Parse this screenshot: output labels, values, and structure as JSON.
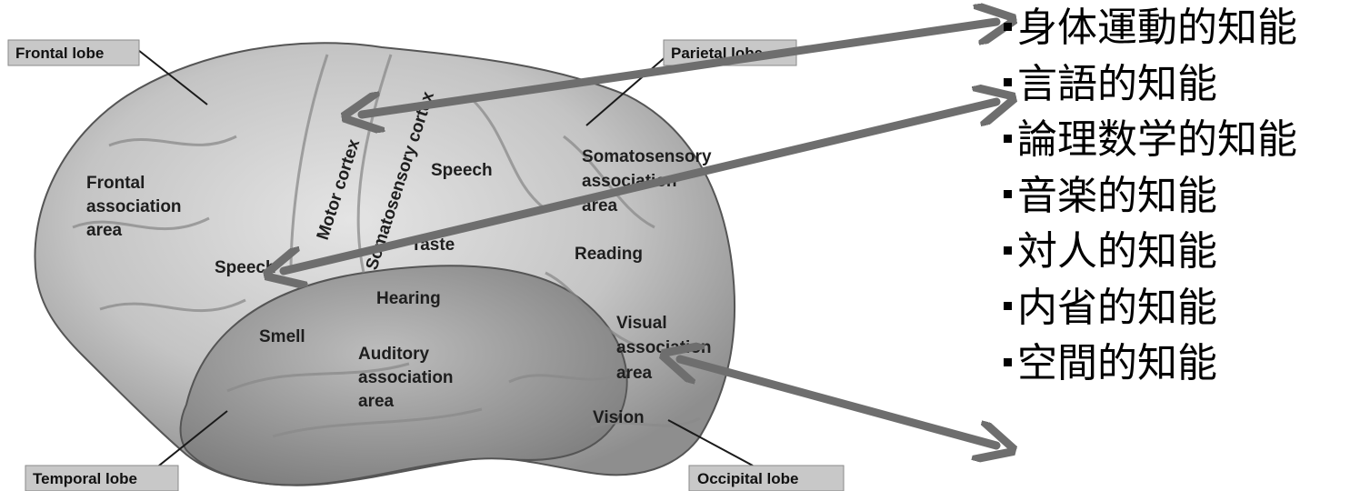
{
  "brain": {
    "lobes": {
      "frontal": "Frontal lobe",
      "parietal": "Parietal lobe",
      "temporal": "Temporal lobe",
      "occipital": "Occipital lobe"
    },
    "regions": {
      "motor_cortex": "Motor cortex",
      "somatosensory_cortex": "Somatosensory cortex",
      "frontal_association": [
        "Frontal",
        "association",
        "area"
      ],
      "somatosensory_association": [
        "Somatosensory",
        "association",
        "area"
      ],
      "speech_upper": "Speech",
      "taste": "Taste",
      "speech_lower": "Speech",
      "reading": "Reading",
      "hearing": "Hearing",
      "smell": "Smell",
      "auditory_association": [
        "Auditory",
        "association",
        "area"
      ],
      "visual_association": [
        "Visual",
        "association",
        "area"
      ],
      "vision": "Vision"
    }
  },
  "intelligences": [
    "身体運動的知能",
    "言語的知能",
    "論理数学的知能",
    "音楽的知能",
    "対人的知能",
    "内省的知能",
    "空間的知能"
  ],
  "colors": {
    "arrow": "#6e6e6e",
    "brain_fill": "#bdbdbd",
    "lobe_label_bg": "#c8c8c8"
  }
}
